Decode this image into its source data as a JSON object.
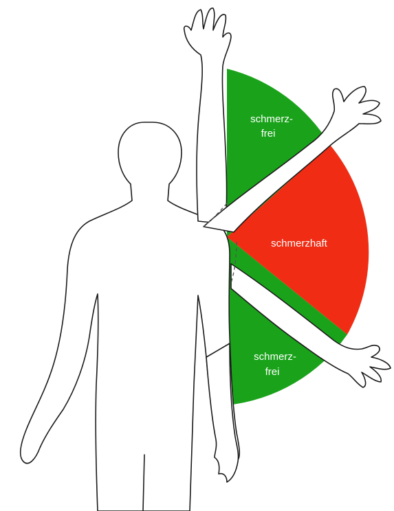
{
  "zones": {
    "upper": {
      "line1": "schmerz-",
      "line2": "frei",
      "color": "#1aa31a"
    },
    "middle": {
      "label": "schmerzhaft",
      "color": "#f02d14"
    },
    "lower": {
      "line1": "schmerz-",
      "line2": "frei",
      "color": "#1aa31a"
    }
  }
}
